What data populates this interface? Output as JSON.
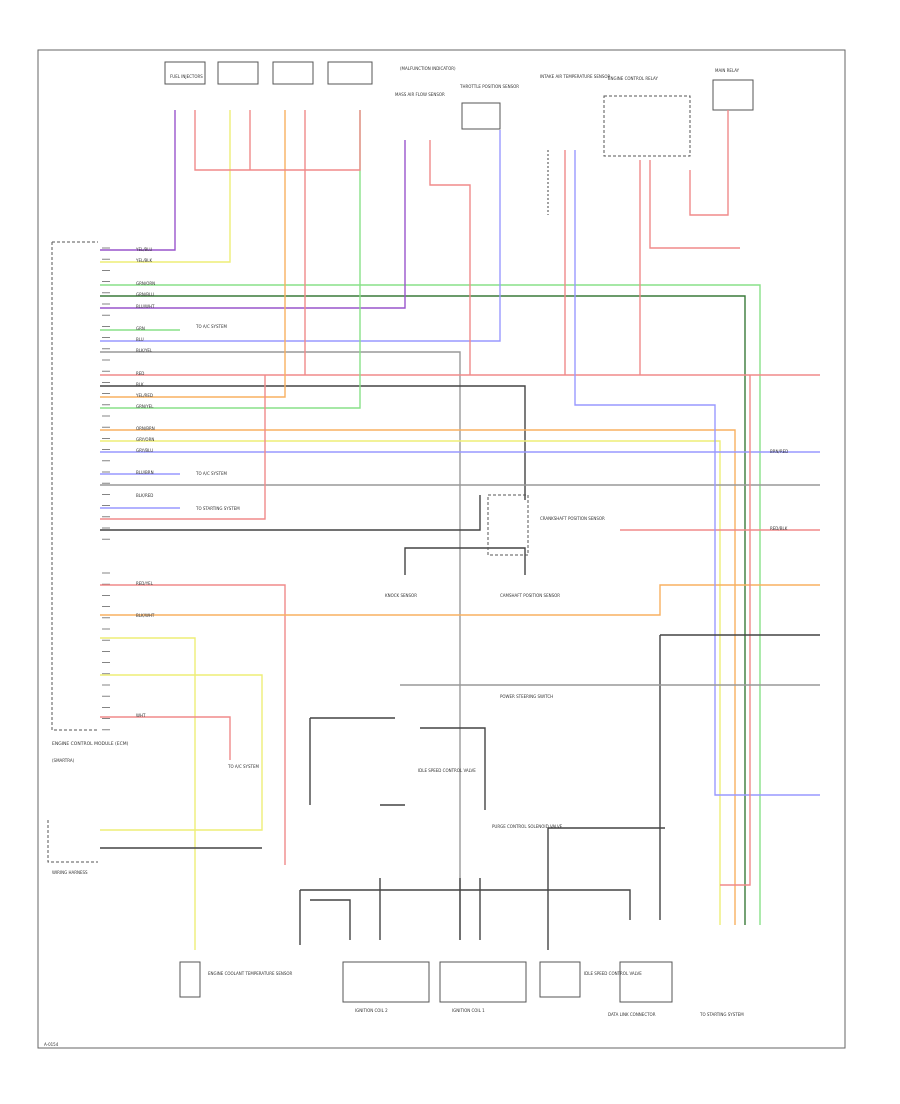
{
  "diagram": {
    "module_label": "ENGINE CONTROL MODULE (ECM)",
    "module_sublabel": "(SMARTRA)",
    "connector_label": "WIRING HARNESS",
    "footer_code": "A-0154",
    "top_note": "(MALFUNCTION INDICATOR)",
    "components": {
      "fuel_injectors": "FUEL INJECTORS",
      "mass_air_flow": "MASS AIR FLOW SENSOR",
      "throttle_position": "THROTTLE POSITION SENSOR",
      "intake_air_temp": "INTAKE AIR TEMPERATURE SENSOR",
      "engine_coolant_temp": "ENGINE COOLANT TEMPERATURE SENSOR",
      "crankshaft_position": "CRANKSHAFT POSITION SENSOR",
      "camshaft_position": "CAMSHAFT POSITION SENSOR",
      "knock_sensor": "KNOCK SENSOR",
      "idle_speed_control": "IDLE SPEED CONTROL VALVE",
      "purge_control": "PURGE CONTROL SOLENOID VALVE",
      "ignition_coil_1": "IGNITION COIL 1",
      "ignition_coil_2": "IGNITION COIL 2",
      "power_steering_switch": "POWER STEERING SWITCH",
      "ecm_relay": "ENGINE CONTROL RELAY",
      "main_relay": "MAIN RELAY",
      "data_link": "DATA LINK CONNECTOR",
      "to_ac_system": "TO A/C SYSTEM",
      "to_starting": "TO STARTING SYSTEM"
    },
    "wire_labels": {
      "w1": "YEL/BLU",
      "w2": "YEL/BLK",
      "w3": "GRN/ORN",
      "w4": "GRN/BLU",
      "w5": "BLU/WHT",
      "w6": "GRN",
      "w7": "BLU",
      "w8": "BLK/YEL",
      "w9": "RED",
      "w10": "BLK",
      "w11": "YEL/RED",
      "w12": "GRN/YEL",
      "w13": "ORN/BRN",
      "w14": "GRY/ORN",
      "w15": "GRY/BLU",
      "w16": "BLU/BRN",
      "w17": "BLK/RED",
      "w18": "RED/YEL",
      "w19": "BLK/WHT",
      "w20": "WHT",
      "w21": "BRN/RED",
      "w22": "RED/BLK"
    },
    "colors": {
      "red": "#f08a8a",
      "yellow": "#eeee77",
      "green": "#88e088",
      "blue": "#9999ff",
      "purple": "#9955cc",
      "orange": "#f8b060",
      "gray": "#999999",
      "black": "#444444",
      "darkgreen": "#3a7a3a",
      "frame": "#555555"
    }
  }
}
